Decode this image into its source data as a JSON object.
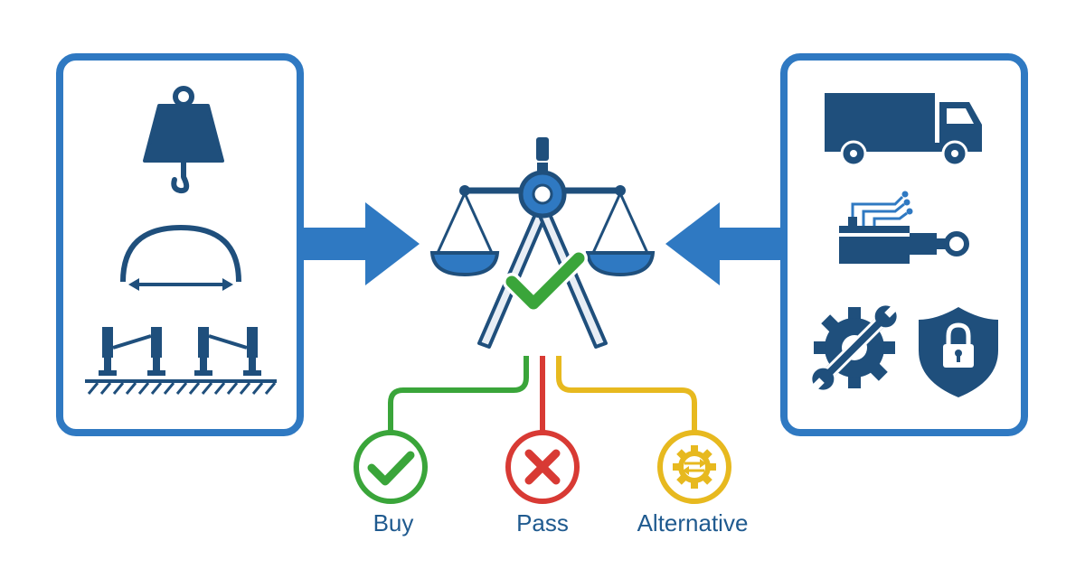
{
  "colors": {
    "primary_blue": "#2f79c2",
    "dark_blue": "#1f4f7c",
    "green": "#3aa53a",
    "red": "#d83a34",
    "yellow": "#e7b91f",
    "label_text": "#1f5a8f"
  },
  "left_panel": {
    "icons": [
      "weight-hook-icon",
      "span-arc-icon",
      "support-legs-icon"
    ]
  },
  "right_panel": {
    "icons": [
      "truck-icon",
      "hydraulic-cylinder-icon",
      "gear-wrench-icon",
      "security-shield-icon"
    ]
  },
  "center": {
    "icons": [
      "balance-scale-icon",
      "compass-icon",
      "approval-check-icon"
    ]
  },
  "outcomes": [
    {
      "label": "Buy",
      "icon": "check-icon",
      "color": "#3aa53a"
    },
    {
      "label": "Pass",
      "icon": "cross-icon",
      "color": "#d83a34"
    },
    {
      "label": "Alternative",
      "icon": "swap-gear-icon",
      "color": "#e7b91f"
    }
  ]
}
